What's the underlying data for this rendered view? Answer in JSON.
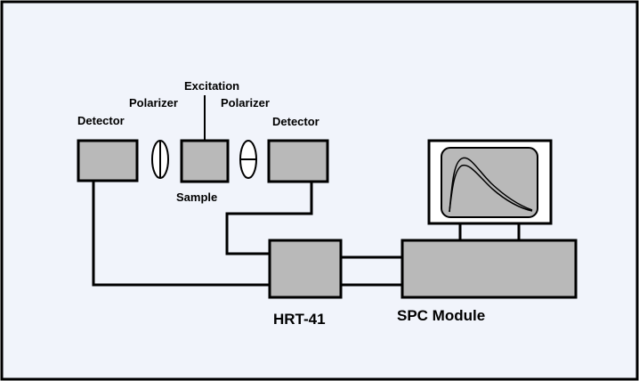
{
  "labels": {
    "detector_left": "Detector",
    "polarizer_left": "Polarizer",
    "excitation": "Excitation",
    "polarizer_right": "Polarizer",
    "detector_right": "Detector",
    "sample": "Sample",
    "hrt": "HRT-41",
    "spc": "SPC Module"
  },
  "colors": {
    "background": "#f1f4fb",
    "box_fill": "#b9b9b9",
    "screen_fill": "#b9b9b9",
    "monitor_fill": "#ffffff",
    "line": "#000000"
  }
}
